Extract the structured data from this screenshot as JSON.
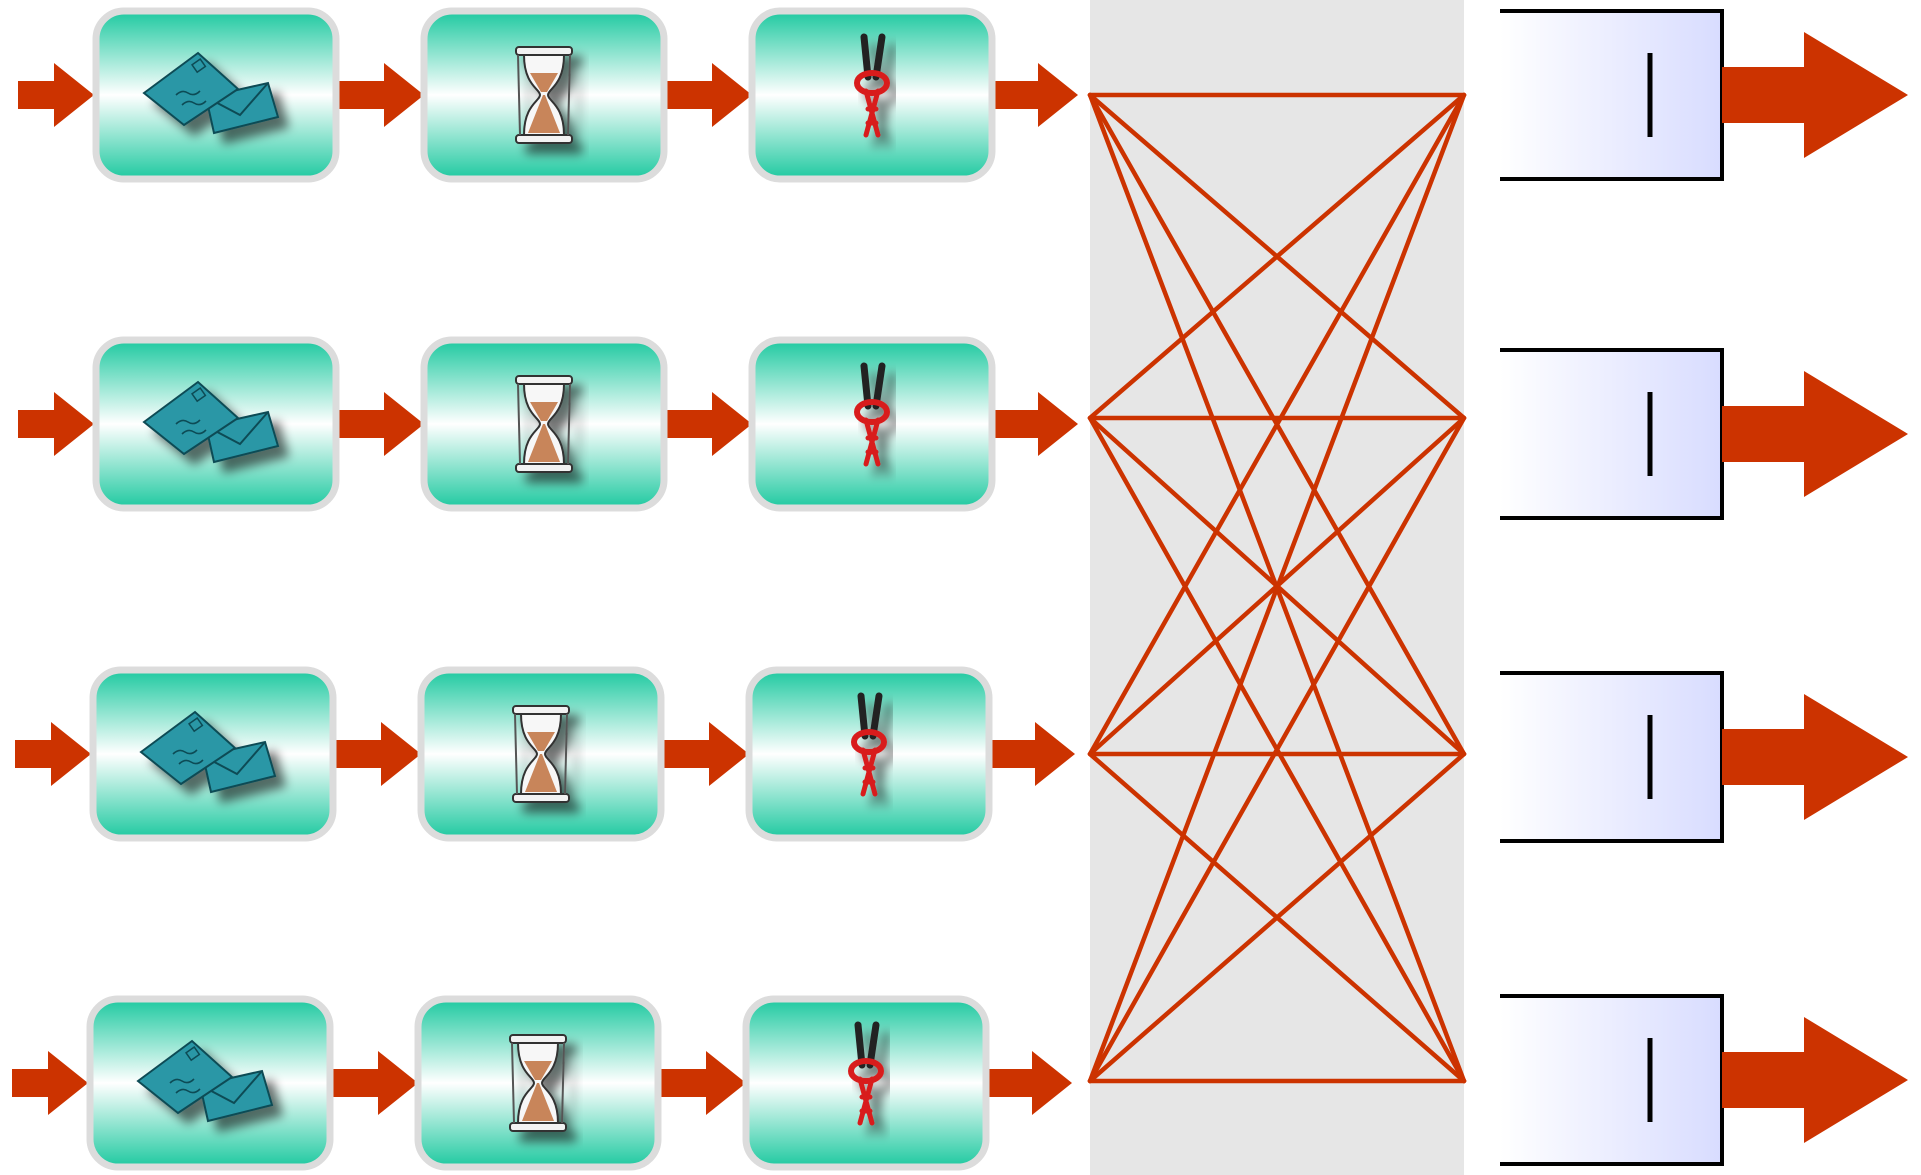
{
  "colors": {
    "accent": "#cc3300",
    "crossbar_bg": "#e6e6e6",
    "stage_fill_edge": "#1ec9a0",
    "stage_fill_center": "#ffffff",
    "stage_border": "#dcdcdc",
    "envelope": "#2a97a6",
    "knot": "#d81e1e",
    "sand": "#c8855a",
    "queue_fill": "#d8dcff",
    "queue_stroke": "#000000"
  },
  "ports": [
    {
      "id": "port-1",
      "stages": [
        "envelope-icon",
        "hourglass-icon",
        "knot-icon"
      ]
    },
    {
      "id": "port-2",
      "stages": [
        "envelope-icon",
        "hourglass-icon",
        "knot-icon"
      ]
    },
    {
      "id": "port-3",
      "stages": [
        "envelope-icon",
        "hourglass-icon",
        "knot-icon"
      ]
    },
    {
      "id": "port-4",
      "stages": [
        "envelope-icon",
        "hourglass-icon",
        "knot-icon"
      ]
    }
  ],
  "crossbar": {
    "connection": "full-mesh",
    "inputs": 4,
    "outputs": 4
  },
  "outputs": [
    {
      "id": "output-queue-1",
      "icon": "queue-icon"
    },
    {
      "id": "output-queue-2",
      "icon": "queue-icon"
    },
    {
      "id": "output-queue-3",
      "icon": "queue-icon"
    },
    {
      "id": "output-queue-4",
      "icon": "queue-icon"
    }
  ]
}
